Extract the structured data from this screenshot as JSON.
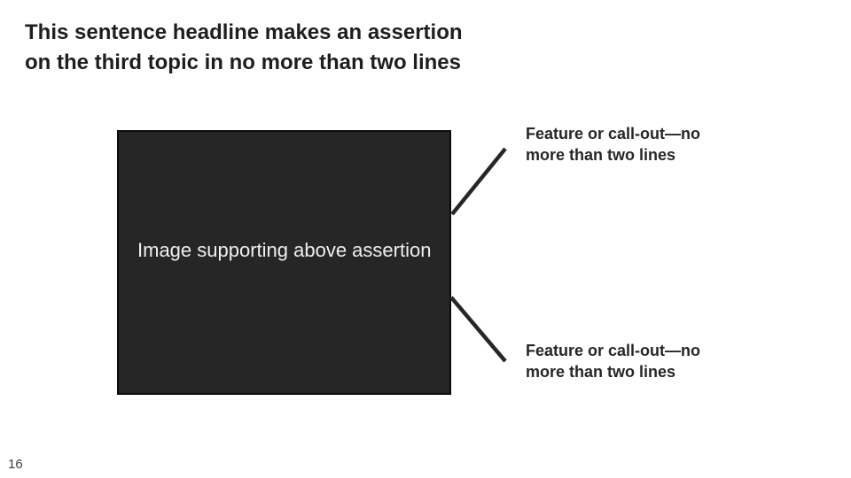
{
  "slide": {
    "headline": "This sentence headline makes an assertion\non the third topic in no more than two lines",
    "image_placeholder": {
      "label": "Image supporting above assertion"
    },
    "callouts": [
      {
        "position": "top-right",
        "label": "Feature or call-out—no\nmore than two lines"
      },
      {
        "position": "bottom-right",
        "label": "Feature or call-out—no\nmore than two lines"
      }
    ],
    "page_number": "16",
    "colors": {
      "background": "#ffffff",
      "placeholder_fill": "#262626",
      "placeholder_border": "#0b0b0b",
      "placeholder_label": "#efefef",
      "headline_text": "#1e1e1e",
      "callout_text": "#262626",
      "connector_line": "#262626",
      "page_number_text": "#404040"
    }
  }
}
